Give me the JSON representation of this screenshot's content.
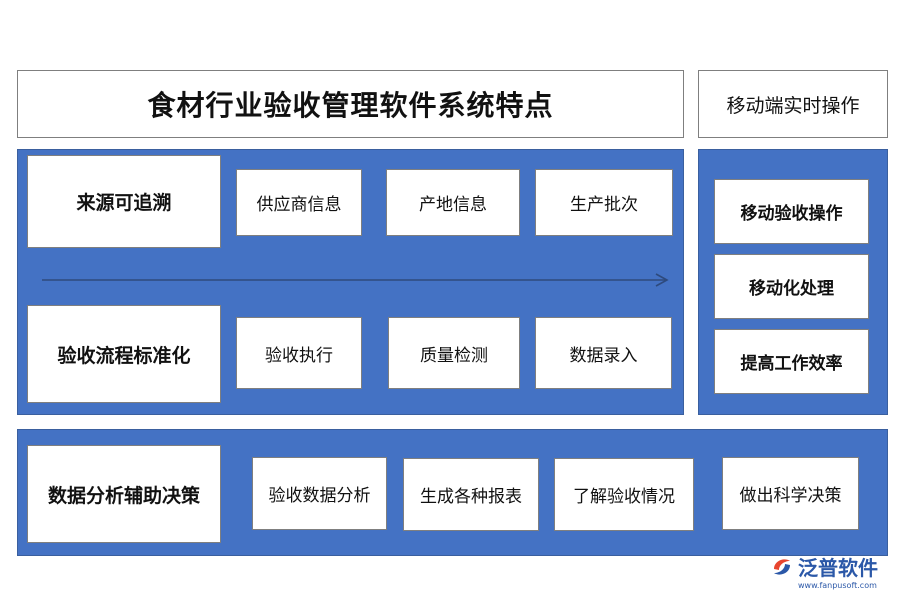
{
  "header": {
    "title": "食材行业验收管理软件系统特点",
    "mobile_title": "移动端实时操作"
  },
  "section_traceability": {
    "label": "来源可追溯",
    "items": [
      "供应商信息",
      "产地信息",
      "生产批次"
    ]
  },
  "section_standardization": {
    "label": "验收流程标准化",
    "items": [
      "验收执行",
      "质量检测",
      "数据录入"
    ]
  },
  "section_mobile": {
    "items": [
      "移动验收操作",
      "移动化处理",
      "提高工作效率"
    ]
  },
  "section_analysis": {
    "label": "数据分析辅助决策",
    "items": [
      "验收数据分析",
      "生成各种报表",
      "了解验收情况",
      "做出科学决策"
    ]
  },
  "logo": {
    "name": "泛普软件",
    "url": "www.fanpusoft.com"
  },
  "colors": {
    "panel_blue": "#4472c4",
    "box_white": "#ffffff"
  }
}
